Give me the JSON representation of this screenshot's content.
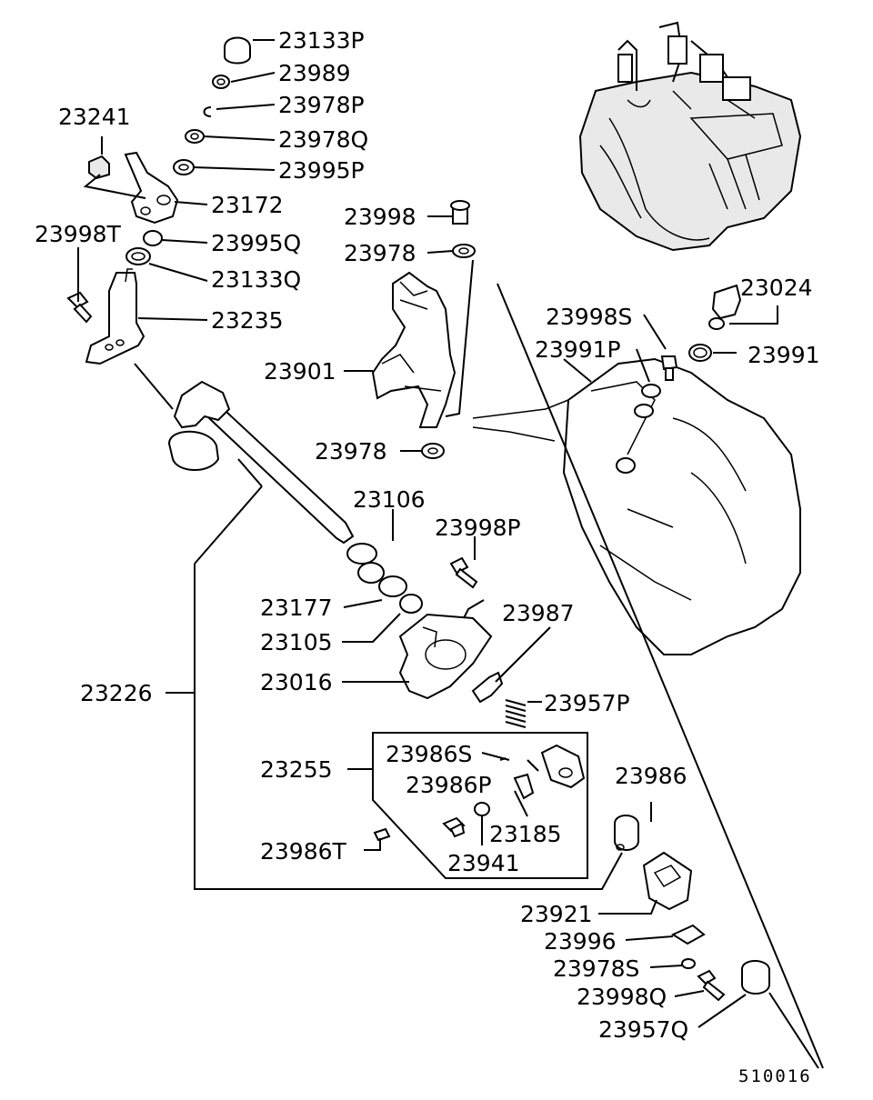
{
  "diagram_code": "510016",
  "parts": {
    "p23133P": "23133P",
    "p23989": "23989",
    "p23978P": "23978P",
    "p23978Q": "23978Q",
    "p23995P": "23995P",
    "p23241": "23241",
    "p23172": "23172",
    "p23998T": "23998T",
    "p23995Q": "23995Q",
    "p23133Q": "23133Q",
    "p23235": "23235",
    "p23998": "23998",
    "p23978a": "23978",
    "p23901": "23901",
    "p23978b": "23978",
    "p23998S": "23998S",
    "p23991P": "23991P",
    "p23024": "23024",
    "p23991": "23991",
    "p23106": "23106",
    "p23998P": "23998P",
    "p23177": "23177",
    "p23987": "23987",
    "p23105": "23105",
    "p23016": "23016",
    "p23226": "23226",
    "p23957P": "23957P",
    "p23255": "23255",
    "p23986S": "23986S",
    "p23986P": "23986P",
    "p23986": "23986",
    "p23185": "23185",
    "p23986T": "23986T",
    "p23941": "23941",
    "p23921": "23921",
    "p23996": "23996",
    "p23978S": "23978S",
    "p23998Q": "23998Q",
    "p23957Q": "23957Q"
  }
}
